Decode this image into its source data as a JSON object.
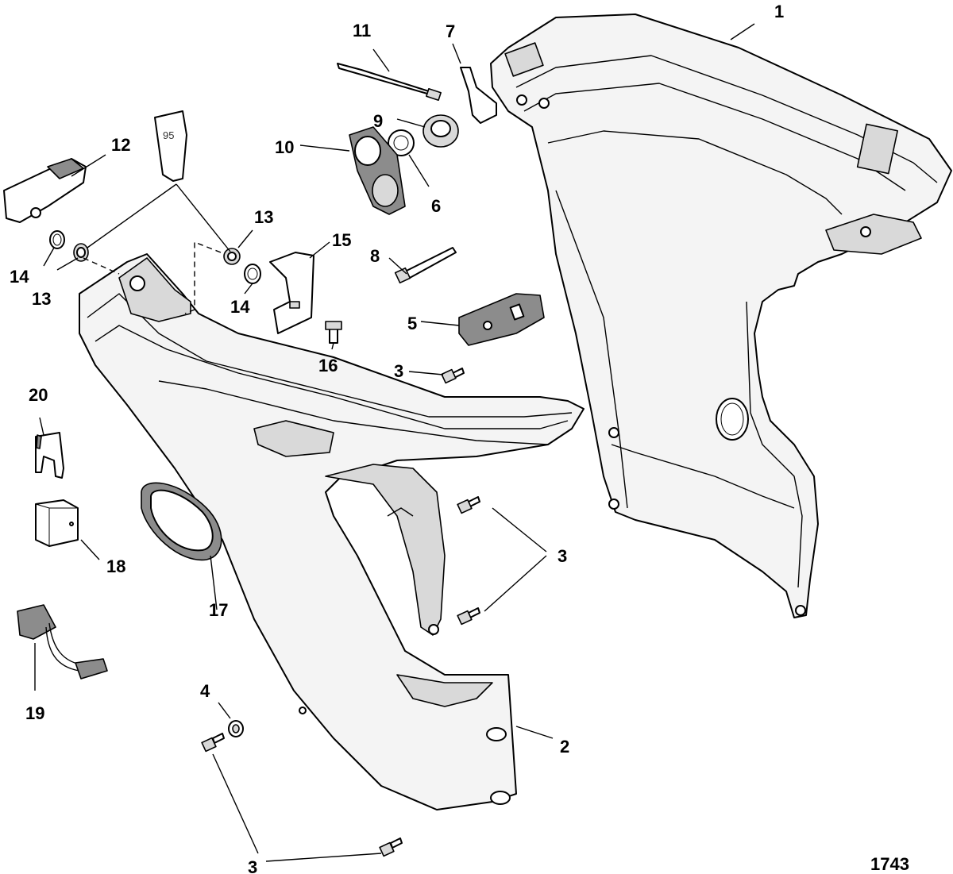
{
  "diagram": {
    "figure_number": "1743",
    "sealant_tube_marking": "95",
    "callouts": [
      {
        "id": "c1",
        "text": "1"
      },
      {
        "id": "c2",
        "text": "2"
      },
      {
        "id": "c3a",
        "text": "3"
      },
      {
        "id": "c3b",
        "text": "3"
      },
      {
        "id": "c3c",
        "text": "3"
      },
      {
        "id": "c4",
        "text": "4"
      },
      {
        "id": "c5",
        "text": "5"
      },
      {
        "id": "c6",
        "text": "6"
      },
      {
        "id": "c7",
        "text": "7"
      },
      {
        "id": "c8",
        "text": "8"
      },
      {
        "id": "c9",
        "text": "9"
      },
      {
        "id": "c10",
        "text": "10"
      },
      {
        "id": "c11",
        "text": "11"
      },
      {
        "id": "c12",
        "text": "12"
      },
      {
        "id": "c13a",
        "text": "13"
      },
      {
        "id": "c13b",
        "text": "13"
      },
      {
        "id": "c14a",
        "text": "14"
      },
      {
        "id": "c14b",
        "text": "14"
      },
      {
        "id": "c15",
        "text": "15"
      },
      {
        "id": "c16",
        "text": "16"
      },
      {
        "id": "c17",
        "text": "17"
      },
      {
        "id": "c18",
        "text": "18"
      },
      {
        "id": "c19",
        "text": "19"
      },
      {
        "id": "c20",
        "text": "20"
      }
    ]
  }
}
